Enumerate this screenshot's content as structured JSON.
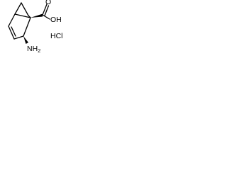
{
  "structure": {
    "labels": {
      "carboxyl_oxygen": "O",
      "hydroxyl": "OH",
      "amine": "NH",
      "amine_subscript": "2",
      "salt": "HCl"
    }
  }
}
